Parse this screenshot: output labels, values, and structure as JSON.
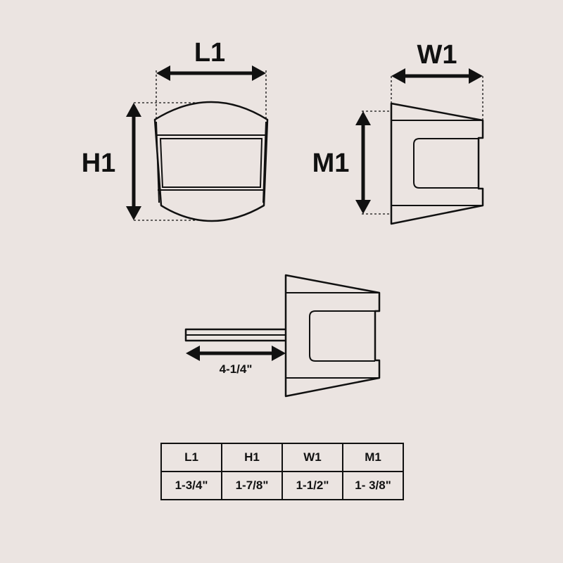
{
  "labels": {
    "l1": "L1",
    "h1": "H1",
    "w1": "W1",
    "m1": "M1",
    "stem_length": "4-1/4\""
  },
  "table": {
    "headers": [
      "L1",
      "H1",
      "W1",
      "M1"
    ],
    "values": [
      "1-3/4\"",
      "1-7/8\"",
      "1-1/2\"",
      "1- 3/8\""
    ]
  }
}
